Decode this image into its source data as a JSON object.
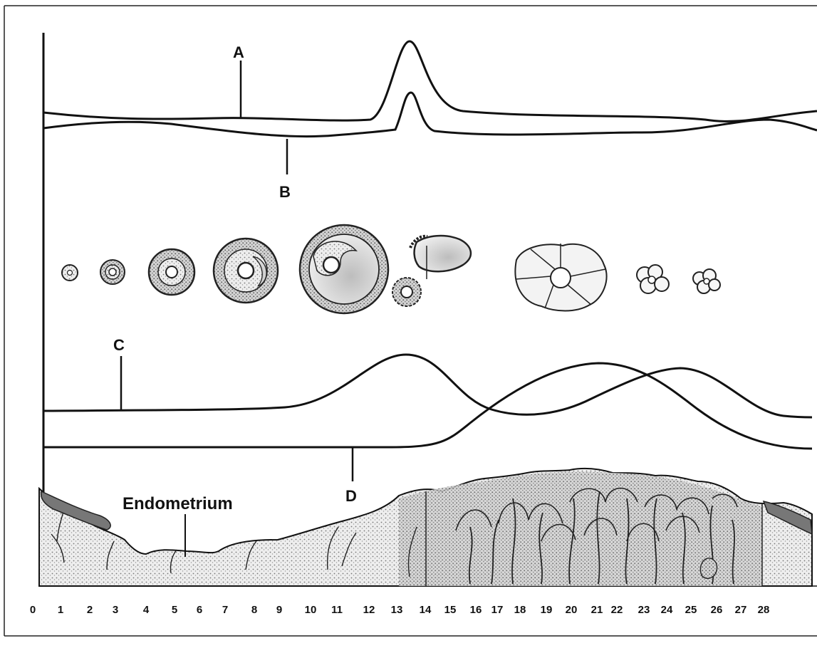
{
  "labels": {
    "a": "A",
    "b": "B",
    "c": "C",
    "d": "D",
    "endometrium": "Endometrium"
  },
  "axis": {
    "day_ticks": [
      "0",
      "1",
      "2",
      "3",
      "4",
      "5",
      "6",
      "7",
      "8",
      "9",
      "10",
      "11",
      "12",
      "13",
      "14",
      "15",
      "16",
      "17",
      "18",
      "19",
      "20",
      "21",
      "22",
      "23",
      "24",
      "25",
      "26",
      "27",
      "28"
    ]
  },
  "colors": {
    "ink": "#111111",
    "stipple": "#9a9a9a",
    "tissue": "#e6e6e6"
  }
}
